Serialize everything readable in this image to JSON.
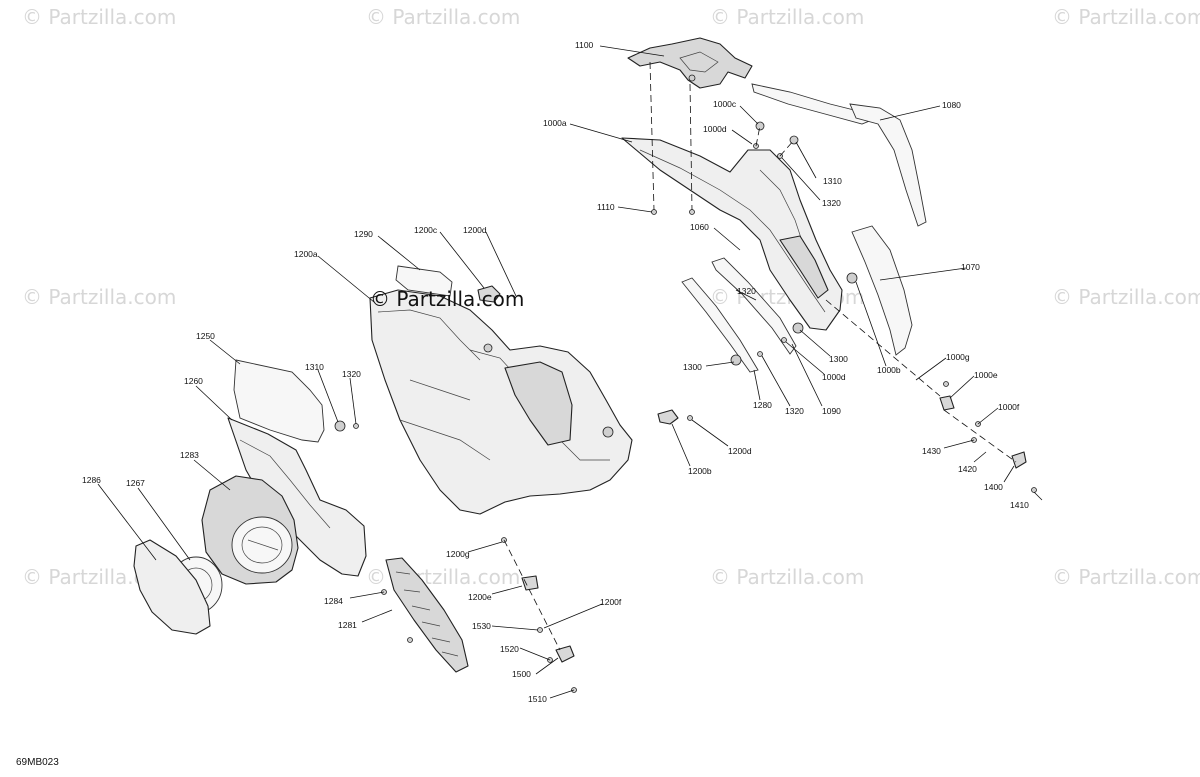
{
  "watermark": {
    "text": "© Partzilla.com",
    "center_text": "© Partzilla.com"
  },
  "diagram_code": "69MB023",
  "callouts": [
    {
      "id": "c1100",
      "label": "1100"
    },
    {
      "id": "c1000c",
      "label": "1000c"
    },
    {
      "id": "c1000d_top",
      "label": "1000d"
    },
    {
      "id": "c1000a",
      "label": "1000a"
    },
    {
      "id": "c1080",
      "label": "1080"
    },
    {
      "id": "c1310_top",
      "label": "1310"
    },
    {
      "id": "c1320_top",
      "label": "1320"
    },
    {
      "id": "c1110",
      "label": "1110"
    },
    {
      "id": "c1060",
      "label": "1060"
    },
    {
      "id": "c1290",
      "label": "1290"
    },
    {
      "id": "c1200c",
      "label": "1200c"
    },
    {
      "id": "c1200d_top",
      "label": "1200d"
    },
    {
      "id": "c1200a",
      "label": "1200a"
    },
    {
      "id": "c1070",
      "label": "1070"
    },
    {
      "id": "c1320_mid",
      "label": "1320"
    },
    {
      "id": "c1300_right",
      "label": "1300"
    },
    {
      "id": "c1000d_mid",
      "label": "1000d"
    },
    {
      "id": "c1000b",
      "label": "1000b"
    },
    {
      "id": "c1000g",
      "label": "1000g"
    },
    {
      "id": "c1000e",
      "label": "1000e"
    },
    {
      "id": "c1000f",
      "label": "1000f"
    },
    {
      "id": "c1300_left",
      "label": "1300"
    },
    {
      "id": "c1280",
      "label": "1280"
    },
    {
      "id": "c1320_low",
      "label": "1320"
    },
    {
      "id": "c1090",
      "label": "1090"
    },
    {
      "id": "c1250",
      "label": "1250"
    },
    {
      "id": "c1310_left",
      "label": "1310"
    },
    {
      "id": "c1320_left",
      "label": "1320"
    },
    {
      "id": "c1260",
      "label": "1260"
    },
    {
      "id": "c1283",
      "label": "1283"
    },
    {
      "id": "c1286",
      "label": "1286"
    },
    {
      "id": "c1267",
      "label": "1267"
    },
    {
      "id": "c1200d_mid",
      "label": "1200d"
    },
    {
      "id": "c1200b",
      "label": "1200b"
    },
    {
      "id": "c1430",
      "label": "1430"
    },
    {
      "id": "c1420",
      "label": "1420"
    },
    {
      "id": "c1400",
      "label": "1400"
    },
    {
      "id": "c1410",
      "label": "1410"
    },
    {
      "id": "c1200g",
      "label": "1200g"
    },
    {
      "id": "c1200e",
      "label": "1200e"
    },
    {
      "id": "c1200f",
      "label": "1200f"
    },
    {
      "id": "c1284",
      "label": "1284"
    },
    {
      "id": "c1281",
      "label": "1281"
    },
    {
      "id": "c1530",
      "label": "1530"
    },
    {
      "id": "c1520",
      "label": "1520"
    },
    {
      "id": "c1500",
      "label": "1500"
    },
    {
      "id": "c1510",
      "label": "1510"
    }
  ]
}
